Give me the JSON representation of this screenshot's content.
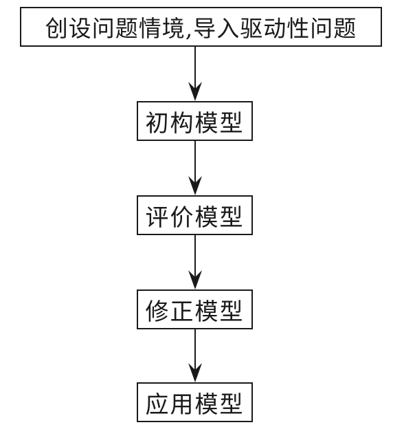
{
  "flowchart": {
    "steps": [
      {
        "label": "创设问题情境,导入驱动性问题"
      },
      {
        "label": "初构模型"
      },
      {
        "label": "评价模型"
      },
      {
        "label": "修正模型"
      },
      {
        "label": "应用模型"
      }
    ],
    "colors": {
      "stroke": "#1a1a1a",
      "background": "#ffffff"
    }
  }
}
